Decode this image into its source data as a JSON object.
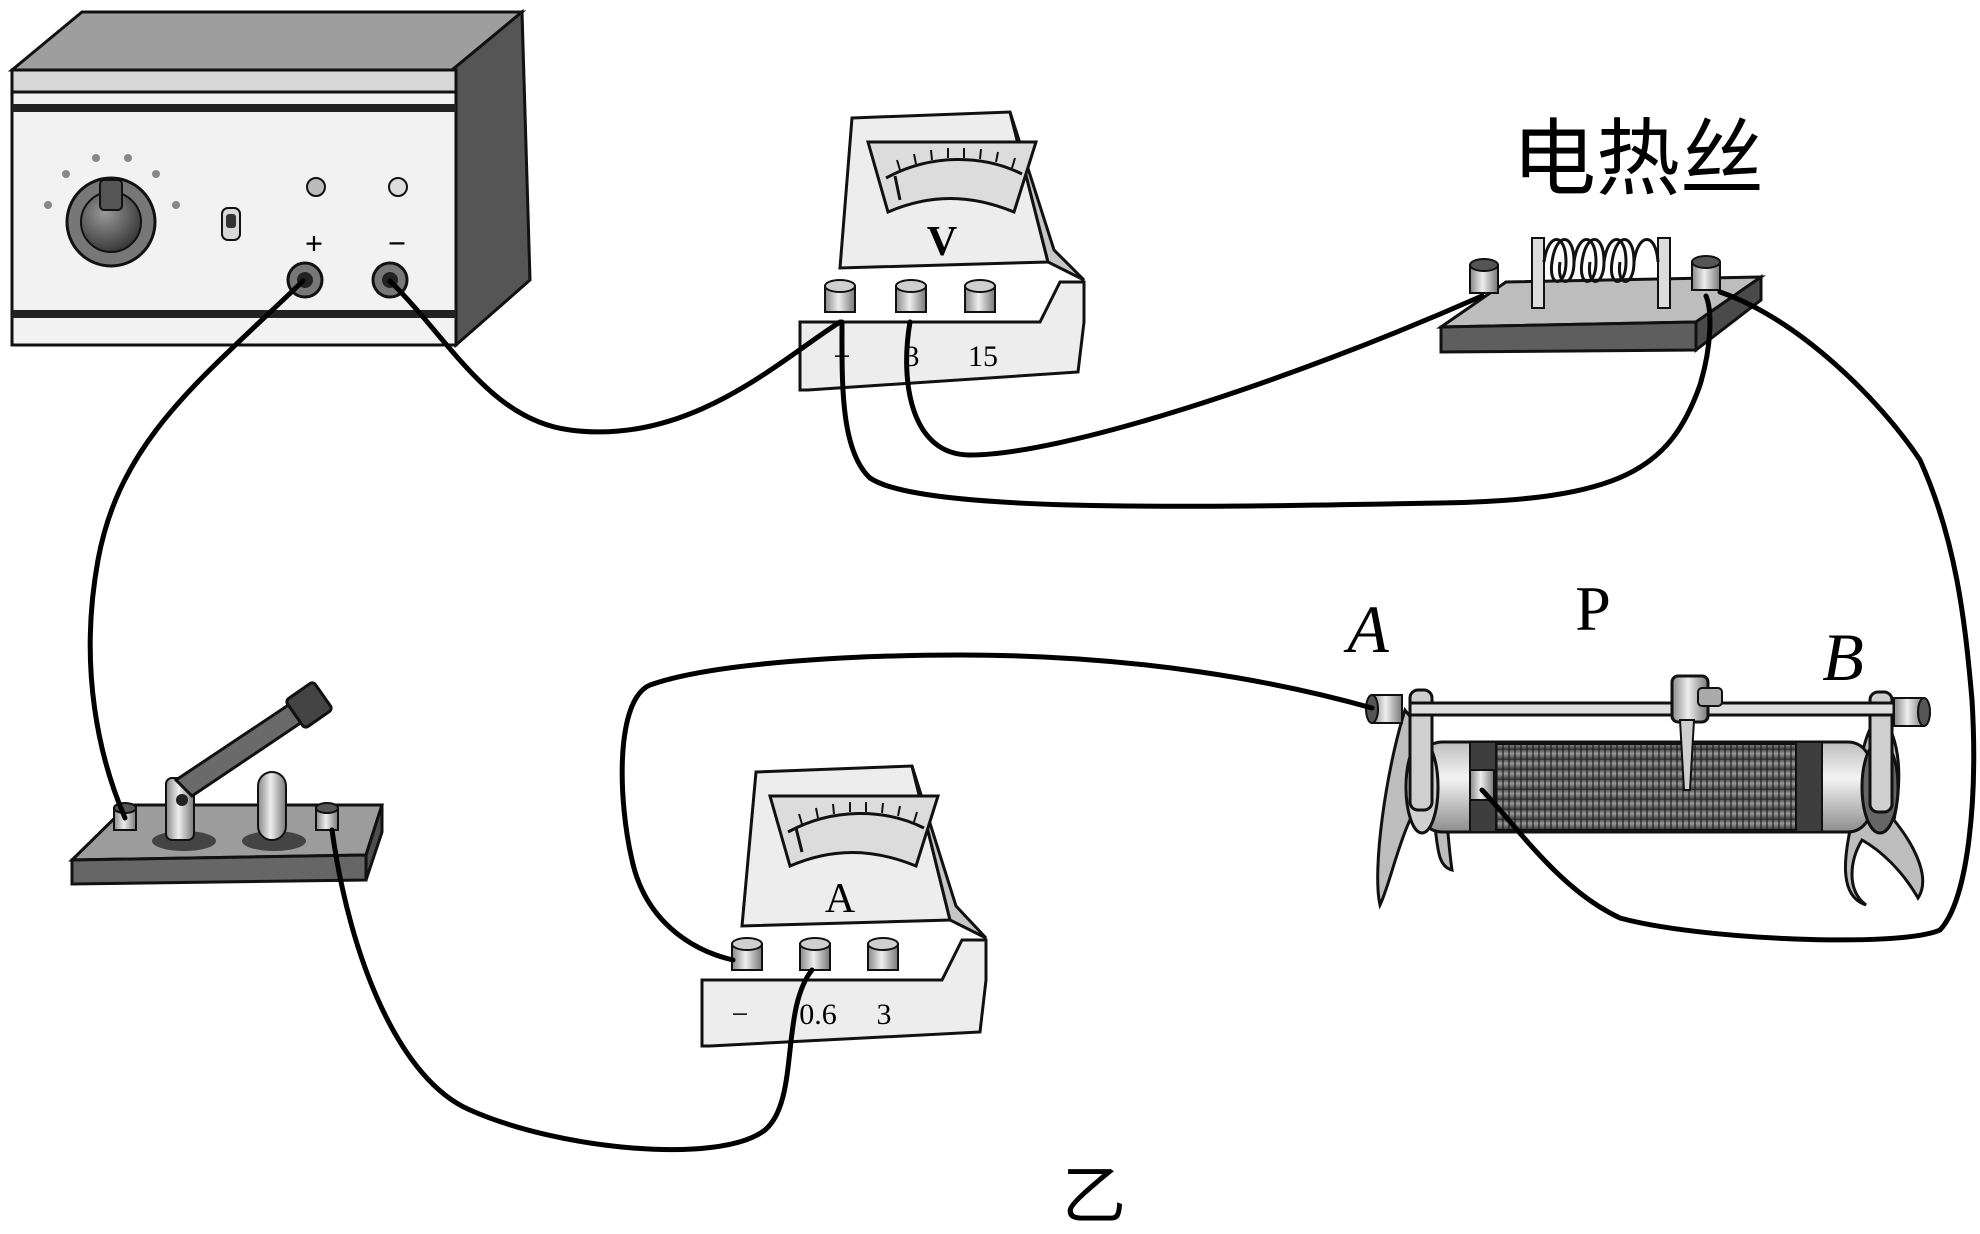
{
  "diagram": {
    "title_label": "电热丝",
    "figure_label": "乙",
    "power_supply": {
      "plus_label": "+",
      "minus_label": "−"
    },
    "voltmeter": {
      "symbol": "V",
      "terminals": [
        "−",
        "3",
        "15"
      ]
    },
    "ammeter": {
      "symbol": "A",
      "terminals": [
        "−",
        "0.6",
        "3"
      ]
    },
    "rheostat": {
      "end_a_label": "A",
      "slider_label": "P",
      "end_b_label": "B"
    },
    "colors": {
      "wire": "#000000",
      "panel": "#f2f2f2",
      "casing": "#5a5a5a",
      "coil": "#3a3a3a"
    }
  }
}
